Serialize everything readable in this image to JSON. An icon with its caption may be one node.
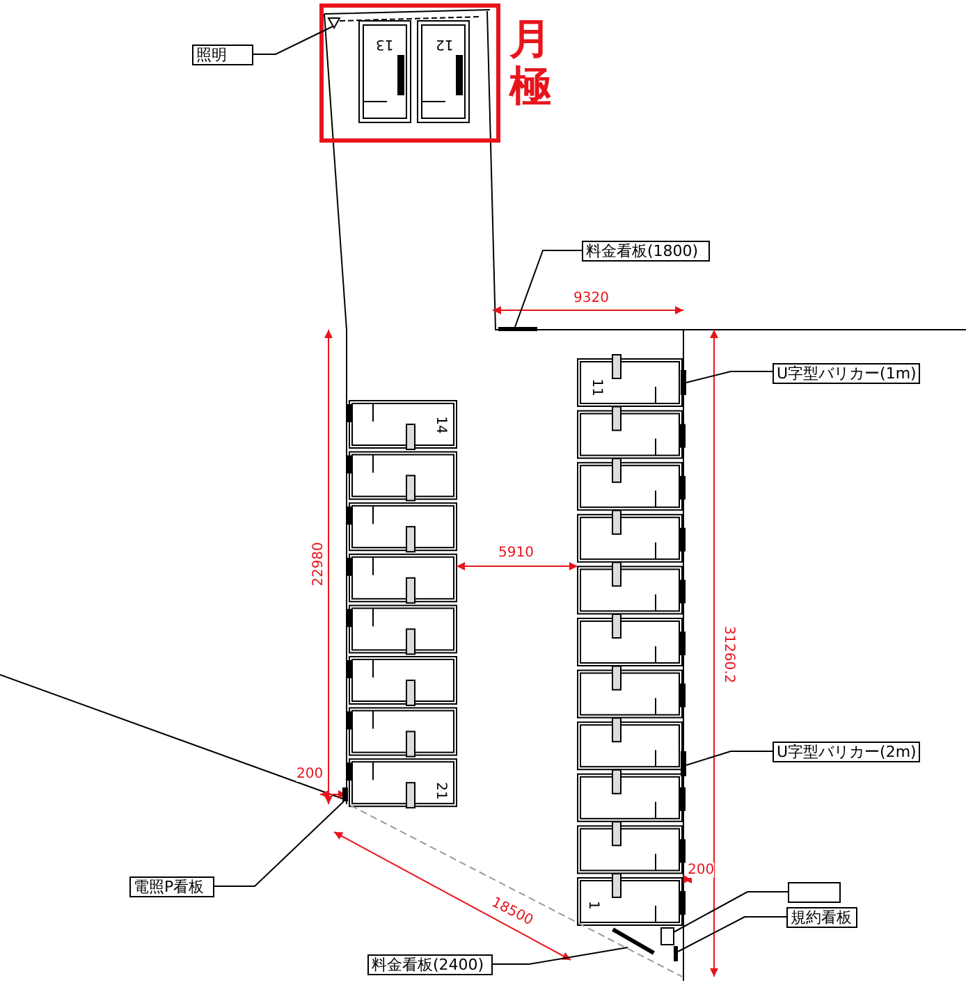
{
  "diagram": {
    "nodes": [
      {
        "text": [
          "照明"
        ]
      },
      {
        "text": [
          "料金看板(1800)"
        ]
      },
      {
        "text": [
          "U字型バリカー(1m)"
        ]
      },
      {
        "text": [
          "U字型バリカー(2m)"
        ]
      },
      {
        "text": [
          "電照P看板"
        ]
      },
      {
        "text": [],
        "shape": "box"
      },
      {
        "text": [
          "規約看板"
        ]
      },
      {
        "text": [
          "料金看板(2400)"
        ]
      },
      {
        "text": [],
        "shape": "picture"
      },
      {
        "text": [],
        "shape": "bar"
      },
      {
        "text": [],
        "shape": "bar"
      },
      {
        "text": [],
        "shape": "bar"
      },
      {
        "text": [],
        "shape": "bar"
      },
      {
        "text": [],
        "shape": "box"
      },
      {
        "text": [],
        "shape": "bar"
      },
      {
        "text": [],
        "shape": "bar"
      }
    ],
    "edges": [
      {
        "from": 0,
        "to": 8,
        "arrow": "none"
      },
      {
        "from": 1,
        "to": 9,
        "arrow": "none"
      },
      {
        "from": 2,
        "to": 10,
        "arrow": "none"
      },
      {
        "from": 3,
        "to": 11,
        "arrow": "none"
      },
      {
        "from": 4,
        "to": 12,
        "arrow": "none"
      },
      {
        "from": 5,
        "to": 13,
        "arrow": "none"
      },
      {
        "from": 6,
        "to": 14,
        "arrow": "none"
      },
      {
        "from": 7,
        "to": 15,
        "arrow": "none"
      }
    ],
    "labels": [
      "13",
      "12",
      "月極",
      "9320",
      "11",
      "14",
      "22980",
      "5910",
      "31260.2",
      "200",
      "21",
      "200",
      "1",
      "18500"
    ]
  }
}
